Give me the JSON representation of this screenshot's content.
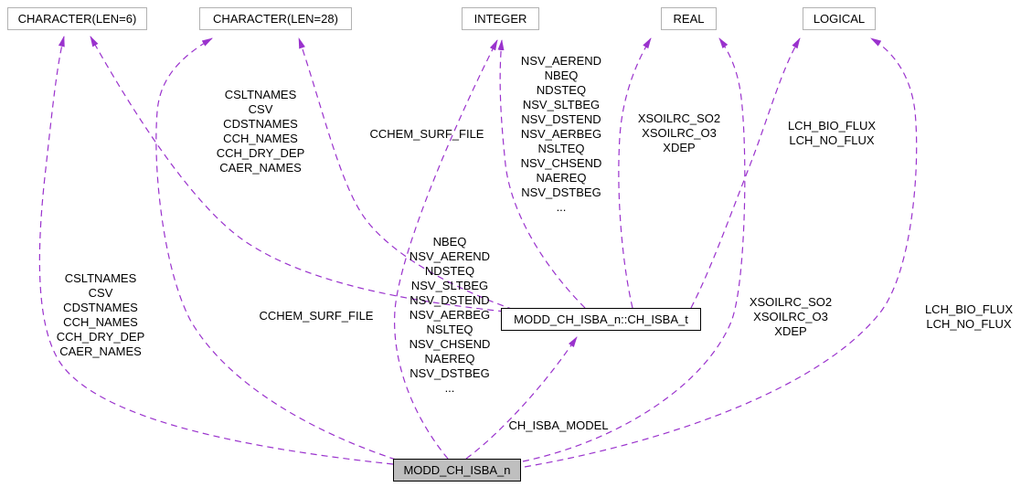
{
  "diagram": {
    "nodes": {
      "char6": {
        "label": "CHARACTER(LEN=6)"
      },
      "char28": {
        "label": "CHARACTER(LEN=28)"
      },
      "integer": {
        "label": "INTEGER"
      },
      "real": {
        "label": "REAL"
      },
      "logical": {
        "label": "LOGICAL"
      },
      "ch_isba_t": {
        "label": "MODD_CH_ISBA_n::CH_ISBA_t"
      },
      "modd_ch_isba_n": {
        "label": "MODD_CH_ISBA_n"
      }
    },
    "edge_labels": {
      "t_char6": "CSLTNAMES\nCSV\nCDSTNAMES\nCCH_NAMES\nCCH_DRY_DEP\nCAER_NAMES",
      "t_char28": "CCHEM_SURF_FILE",
      "t_integer": "NSV_AEREND\nNBEQ\nNDSTEQ\nNSV_SLTBEG\nNSV_DSTEND\nNSV_AERBEG\nNSLTEQ\nNSV_CHSEND\nNAEREQ\nNSV_DSTBEG\n...",
      "t_real": "XSOILRC_SO2\nXSOILRC_O3\nXDEP",
      "t_logical": "LCH_BIO_FLUX\nLCH_NO_FLUX",
      "n_char6": "CSLTNAMES\nCSV\nCDSTNAMES\nCCH_NAMES\nCCH_DRY_DEP\nCAER_NAMES",
      "n_char28": "CCHEM_SURF_FILE",
      "n_integer": "NBEQ\nNSV_AEREND\nNDSTEQ\nNSV_SLTBEG\nNSV_DSTEND\nNSV_AERBEG\nNSLTEQ\nNSV_CHSEND\nNAEREQ\nNSV_DSTBEG\n...",
      "n_real": "XSOILRC_SO2\nXSOILRC_O3\nXDEP",
      "n_logical": "LCH_BIO_FLUX\nLCH_NO_FLUX",
      "n_t": "CH_ISBA_MODEL"
    },
    "colors": {
      "edge": "#9a32cd",
      "type_node_border": "#b2b2b2",
      "struct_node_border": "#000000",
      "main_node_fill": "#bfbfbf",
      "background": "#ffffff",
      "text": "#000000"
    }
  }
}
